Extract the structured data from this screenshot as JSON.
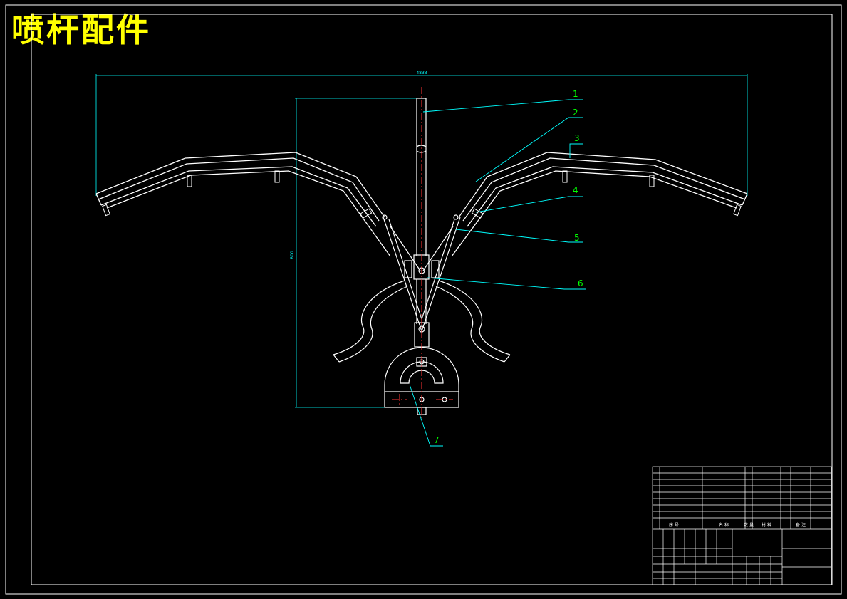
{
  "drawing": {
    "title": "喷杆配件",
    "dimensions": {
      "width": "4833",
      "height": "800"
    },
    "balloons": [
      "1",
      "2",
      "3",
      "4",
      "5",
      "6",
      "7"
    ]
  },
  "title_block": {
    "col_labels": [
      "序 号",
      "名 称",
      "数 量",
      "材 料",
      "备 注"
    ]
  },
  "colors": {
    "background": "#000000",
    "outline": "#ffffff",
    "leader": "#00ffff",
    "balloon_text": "#00ff00",
    "centerline": "#ff0000",
    "title": "#ffff00",
    "dimension": "#00ffff"
  }
}
